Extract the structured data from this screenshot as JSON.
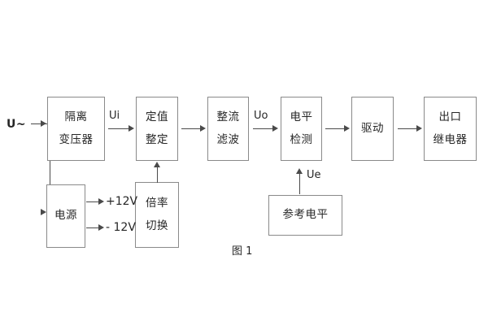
{
  "figure": {
    "caption": "图 1",
    "source_label": "U~",
    "colors": {
      "box_border": "#8a8a8a",
      "line": "#4a4a4a",
      "text": "#262626",
      "background": "#ffffff"
    }
  },
  "blocks": [
    {
      "id": "isolation-transformer",
      "lines": [
        "隔离",
        "变压器"
      ]
    },
    {
      "id": "setting-value",
      "lines": [
        "定值",
        "整定"
      ]
    },
    {
      "id": "rectify-filter",
      "lines": [
        "整流",
        "滤波"
      ]
    },
    {
      "id": "level-detection",
      "lines": [
        "电平",
        "检测"
      ]
    },
    {
      "id": "drive",
      "lines": [
        "驱动"
      ]
    },
    {
      "id": "output-relay",
      "lines": [
        "出口",
        "继电器"
      ]
    },
    {
      "id": "power-supply",
      "lines": [
        "电源"
      ]
    },
    {
      "id": "multiplier-switch",
      "lines": [
        "倍率",
        "切换"
      ]
    },
    {
      "id": "reference-level",
      "lines": [
        "参考电平"
      ]
    }
  ],
  "signals": {
    "ui": "Ui",
    "uo": "Uo",
    "ue": "Ue"
  },
  "rails": {
    "positive": "+12V",
    "negative": "- 12V"
  }
}
